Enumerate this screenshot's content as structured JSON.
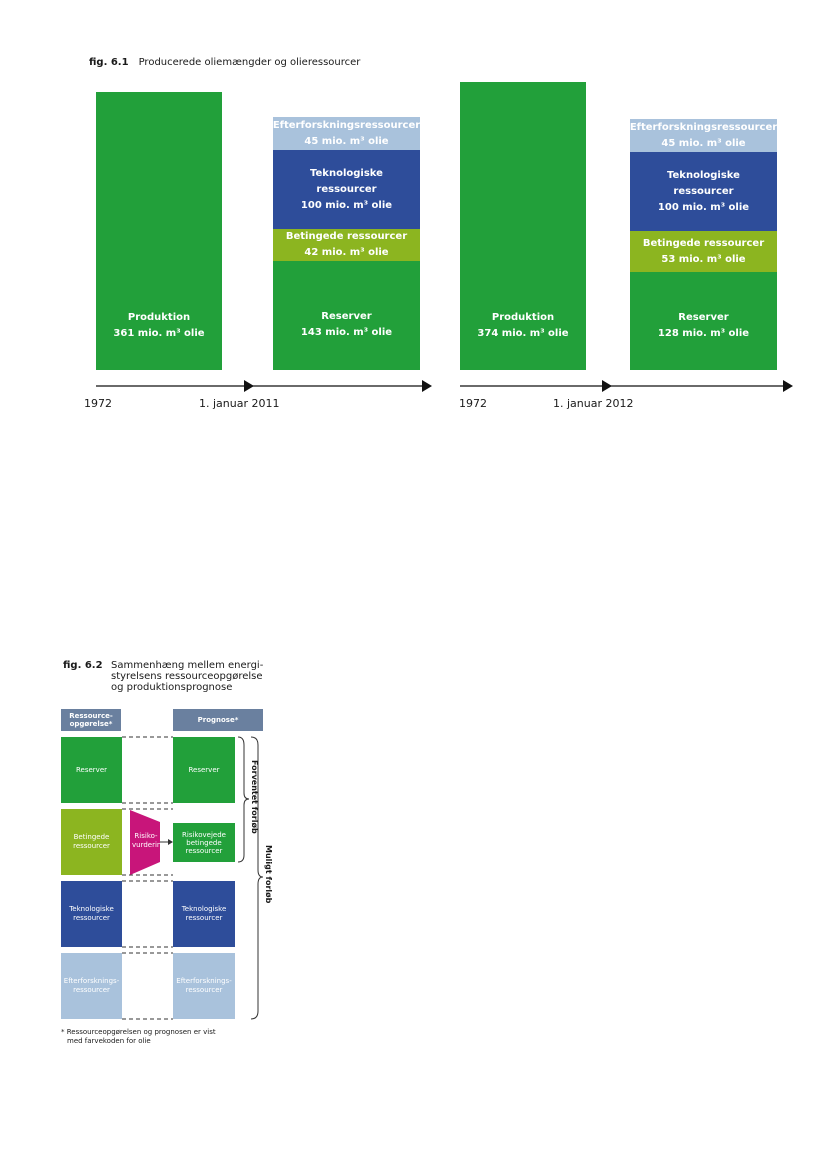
{
  "fig1": {
    "number": "fig. 6.1",
    "title": "Producerede oliemængder og olieressourcer",
    "panels": [
      {
        "production": {
          "label": "Produktion",
          "value": "361 mio. m³ olie"
        },
        "efterforskning": {
          "label": "Efterforskningsressourcer",
          "value": "45 mio. m³ olie"
        },
        "teknologiske_1": "Teknologiske",
        "teknologiske_2": "ressourcer",
        "teknologiske_value": "100 mio. m³ olie",
        "betingede": {
          "label": "Betingede ressourcer",
          "value": "42 mio. m³ olie"
        },
        "reserver": {
          "label": "Reserver",
          "value": "143 mio. m³ olie"
        },
        "start": "1972",
        "date": "1. januar 2011"
      },
      {
        "production": {
          "label": "Produktion",
          "value": "374 mio. m³ olie"
        },
        "efterforskning": {
          "label": "Efterforskningsressourcer",
          "value": "45 mio. m³ olie"
        },
        "teknologiske_1": "Teknologiske",
        "teknologiske_2": "ressourcer",
        "teknologiske_value": "100 mio. m³ olie",
        "betingede": {
          "label": "Betingede ressourcer",
          "value": "53 mio. m³ olie"
        },
        "reserver": {
          "label": "Reserver",
          "value": "128 mio. m³ olie"
        },
        "start": "1972",
        "date": "1. januar 2012"
      }
    ]
  },
  "fig2": {
    "number": "fig. 6.2",
    "title_lines": [
      "Sammenhæng mellem energi-",
      "styrelsens ressourceopgørelse",
      "og produktionsprognose"
    ],
    "header_left_1": "Ressource-",
    "header_left_2": "opgørelse*",
    "header_right": "Prognose*",
    "left": {
      "reserver": "Reserver",
      "betingede_1": "Betingede",
      "betingede_2": "ressourcer",
      "teknologiske_1": "Teknologiske",
      "teknologiske_2": "ressourcer",
      "efterforskning_1": "Efterforsknings-",
      "efterforskning_2": "ressourcer"
    },
    "risk_1": "Risiko-",
    "risk_2": "vurdering",
    "right": {
      "reserver": "Reserver",
      "risiko_1": "Risikovejede",
      "risiko_2": "betingede",
      "risiko_3": "ressourcer",
      "teknologiske_1": "Teknologiske",
      "teknologiske_2": "ressourcer",
      "efterforskning_1": "Efterforsknings-",
      "efterforskning_2": "ressourcer"
    },
    "bracket_inner": "Forventet forløb",
    "bracket_outer": "Muligt forløb",
    "footnote_1": "Ressourceopgørelsen og prognosen er vist",
    "footnote_2": "med farvekoden for olie"
  },
  "colors": {
    "production_green": "#22a03a",
    "betingede_lime": "#8cb520",
    "teknologiske_blue": "#2e4d9a",
    "efterforskning_light": "#a9c2dc",
    "risk_magenta": "#c8157a",
    "header_slate": "#6a809f"
  }
}
